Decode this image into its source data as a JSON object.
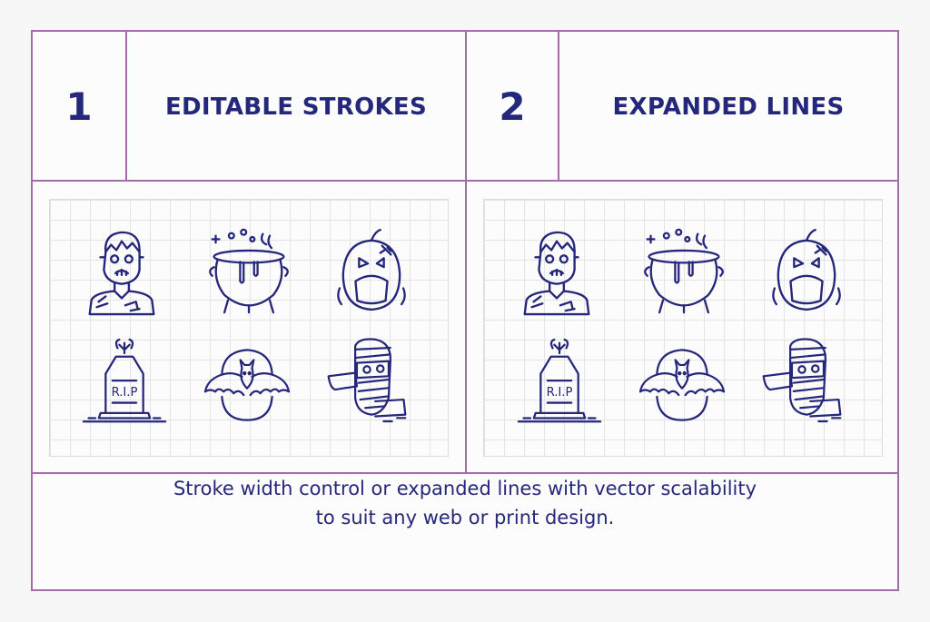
{
  "panels": [
    {
      "number": "1",
      "title": "EDITABLE STROKES"
    },
    {
      "number": "2",
      "title": "EXPANDED LINES"
    }
  ],
  "icons": [
    {
      "name": "zombie-icon",
      "label": "zombie"
    },
    {
      "name": "cauldron-icon",
      "label": "cauldron"
    },
    {
      "name": "pumpkin-icon",
      "label": "pumpkin"
    },
    {
      "name": "tombstone-icon",
      "label": "tombstone",
      "text": "R.I.P"
    },
    {
      "name": "bat-icon",
      "label": "bat"
    },
    {
      "name": "mummy-icon",
      "label": "mummy"
    }
  ],
  "caption": {
    "line1": "Stroke width control or expanded lines with vector scalability",
    "line2": "to suit any web or print design."
  },
  "colors": {
    "accent_border": "#a56da8",
    "ink": "#24277a",
    "grid_line": "#e4e4e4"
  }
}
